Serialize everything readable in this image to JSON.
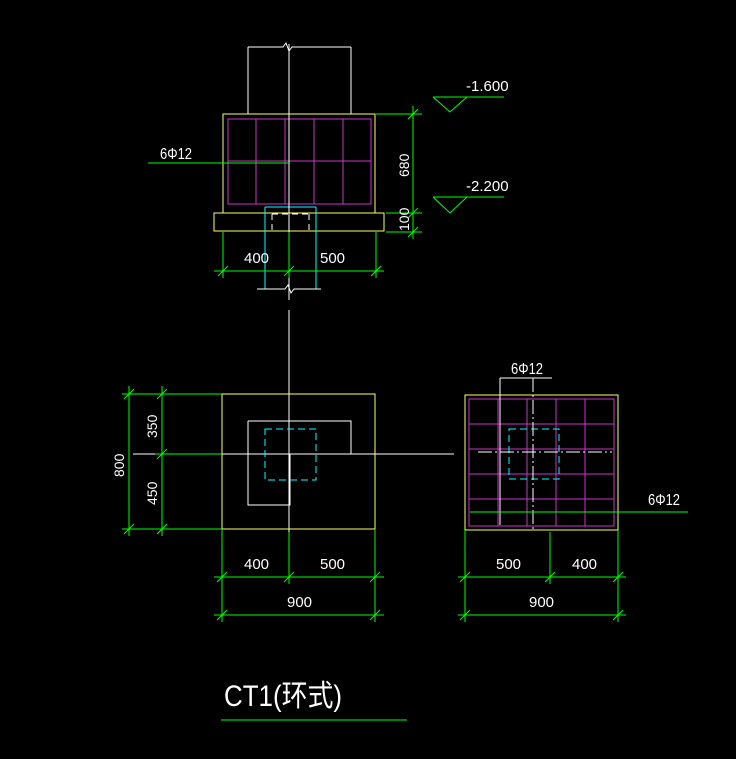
{
  "colors": {
    "background": "#000000",
    "outline": "#ffff66",
    "dimension": "#00ff00",
    "rebar": "#cc33cc",
    "column": "#ffffff",
    "pile": "#00ffff",
    "text": "#ffffff"
  },
  "section": {
    "rebar_label": "6Φ12",
    "height_label": "680",
    "cushion_label": "100",
    "left_label": "400",
    "right_label": "500",
    "top_elevation": "-1.600",
    "bottom_elevation": "-2.200"
  },
  "plan": {
    "top_label": "350",
    "bottom_label": "450",
    "total_height_label": "800",
    "left_label": "400",
    "right_label": "500",
    "total_width_label": "900"
  },
  "rebar_plan": {
    "top_rebar_label": "6Φ12",
    "side_rebar_label": "6Φ12",
    "left_label": "500",
    "right_label": "400",
    "total_width_label": "900"
  },
  "title": "CT1(环式)"
}
